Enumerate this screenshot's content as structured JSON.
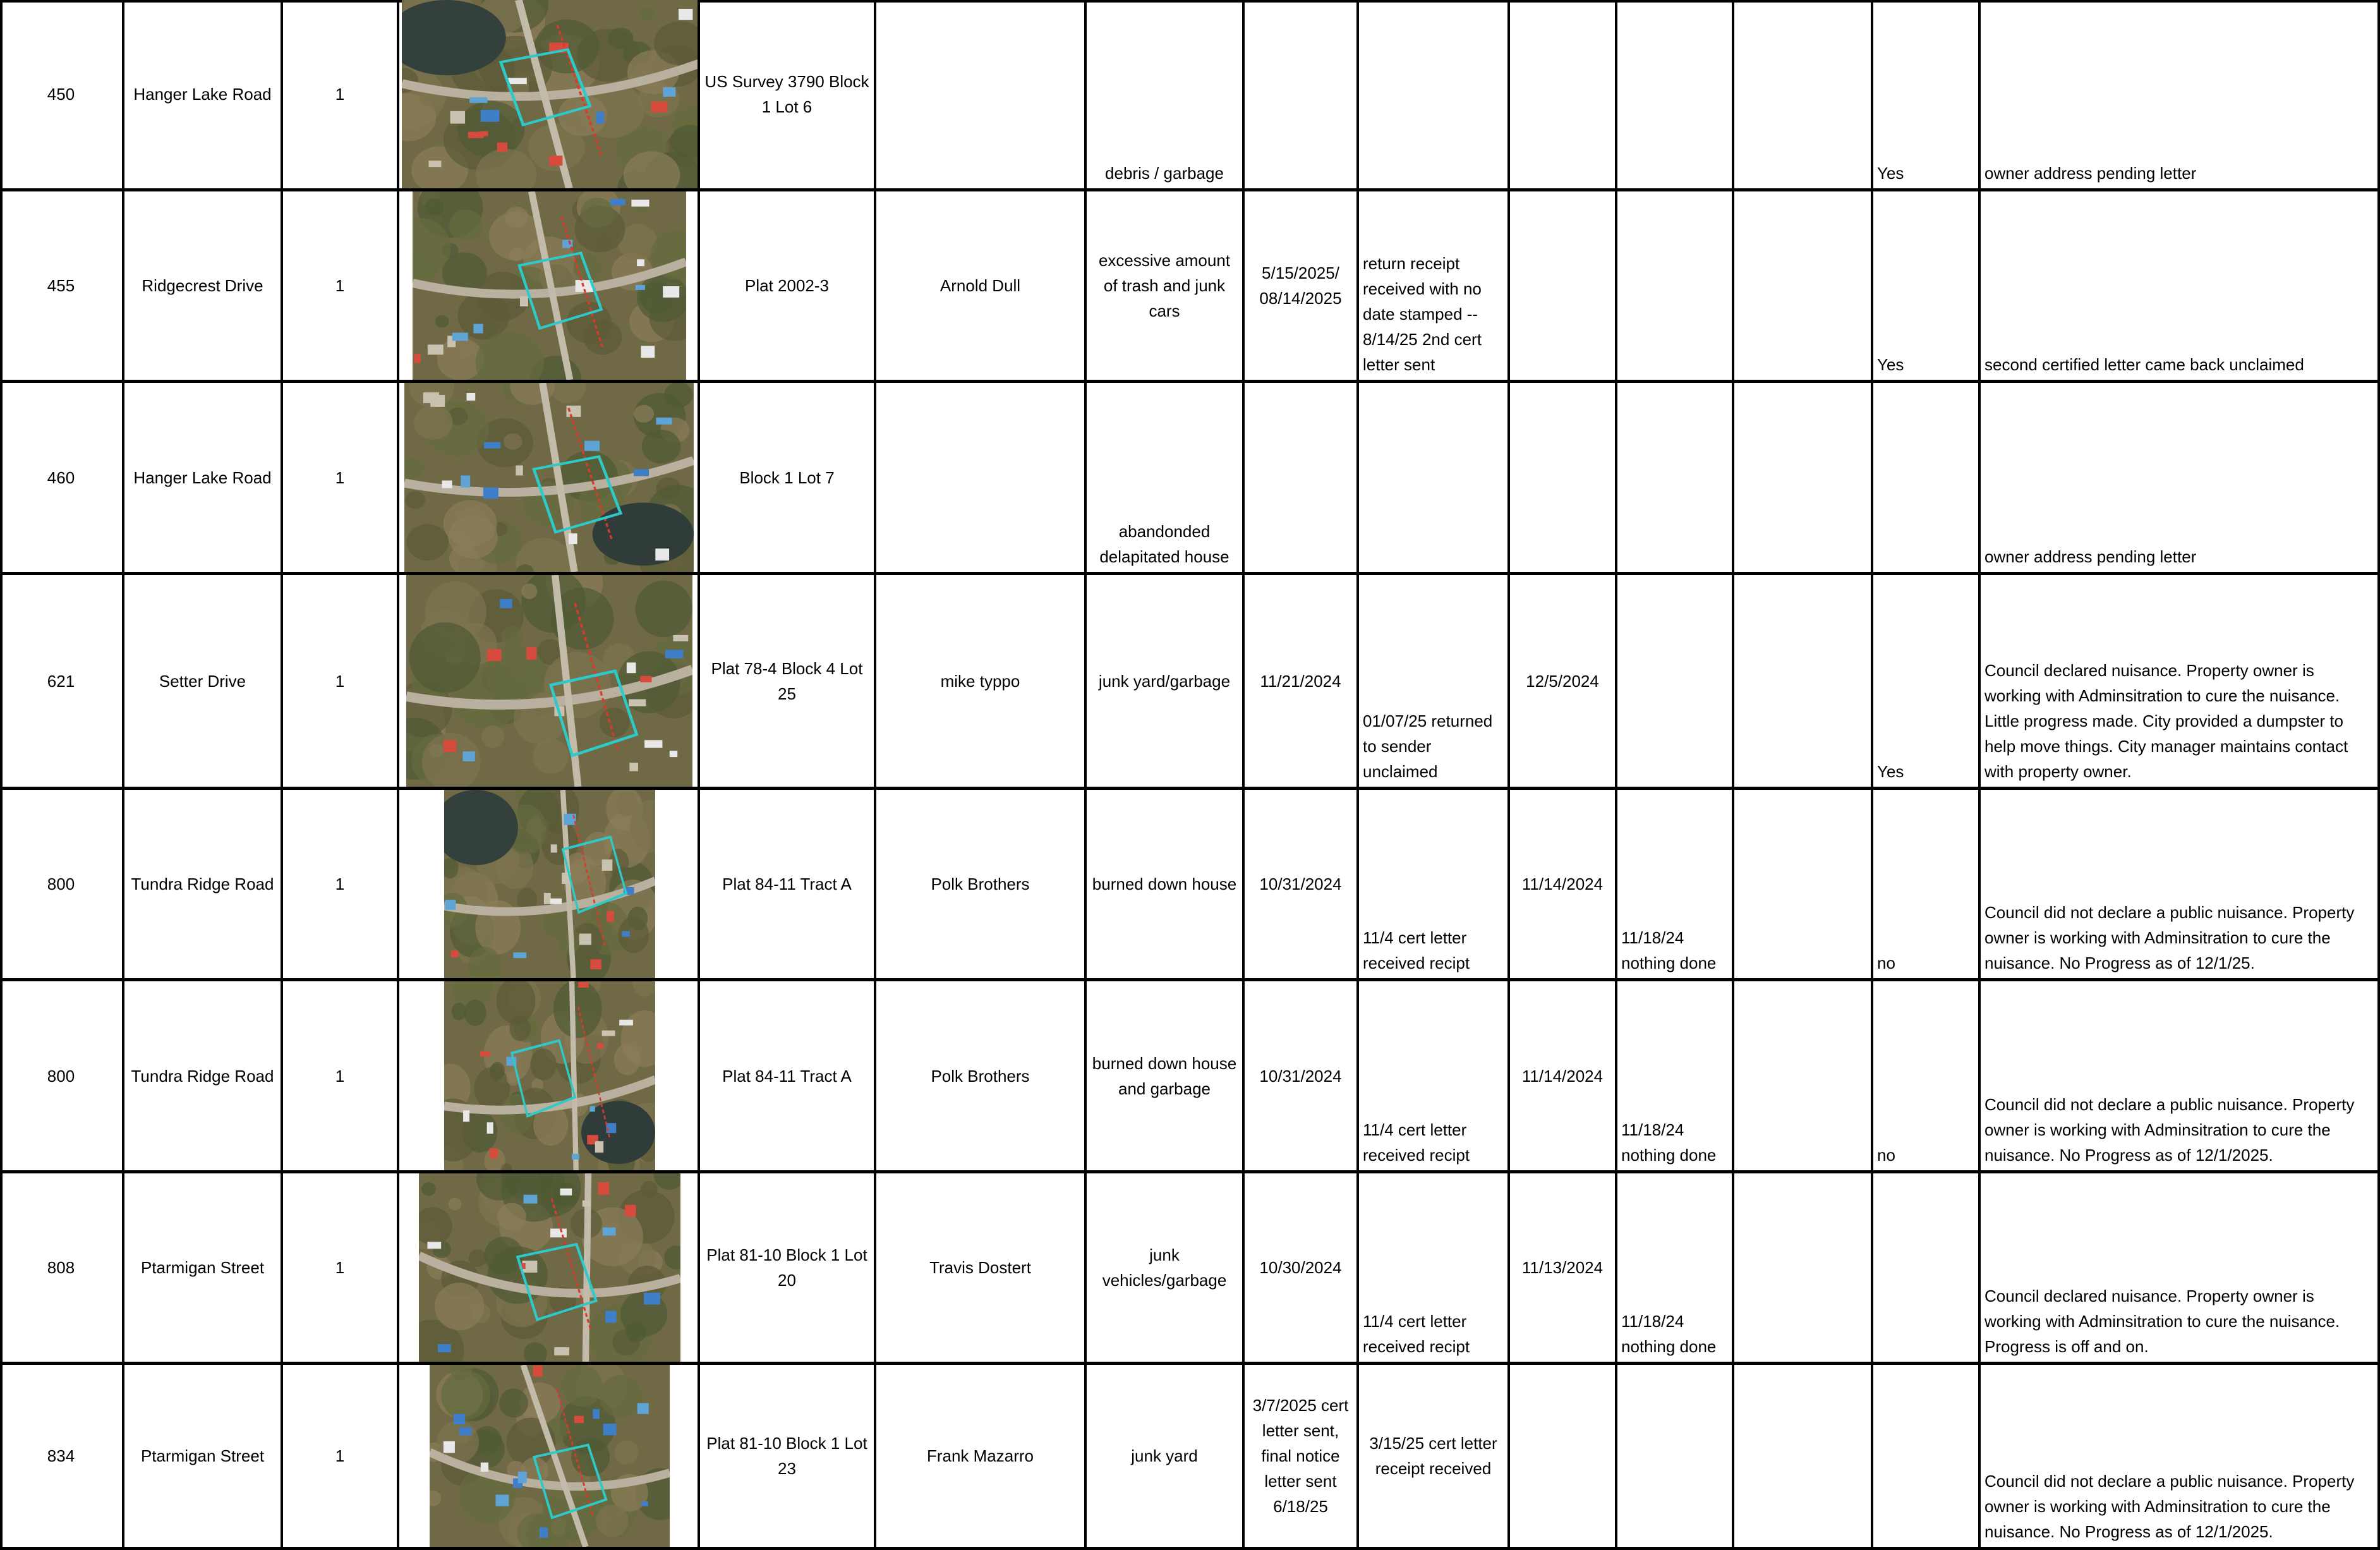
{
  "rows": [
    {
      "number": "450",
      "street": "Hanger Lake Road",
      "count": "1",
      "legal": "US Survey 3790 Block 1 Lot 6",
      "owner": "",
      "issue": "debris / garbage",
      "date_notice": "",
      "letter_status": "",
      "date_hearing": "",
      "followup": "",
      "blank": "",
      "flag": "Yes",
      "notes": "owner address pending letter",
      "map_icon": "aerial-map-icon"
    },
    {
      "number": "455",
      "street": "Ridgecrest Drive",
      "count": "1",
      "legal": "Plat 2002-3",
      "owner": "Arnold Dull",
      "issue": "excessive amount of trash and junk cars",
      "date_notice": "5/15/2025/ 08/14/2025",
      "letter_status": "return receipt received with no date stamped -- 8/14/25 2nd cert letter sent",
      "date_hearing": "",
      "followup": "",
      "blank": "",
      "flag": "Yes",
      "notes": "second certified letter came back unclaimed",
      "map_icon": "aerial-map-icon"
    },
    {
      "number": "460",
      "street": "Hanger Lake Road",
      "count": "1",
      "legal": "Block 1 Lot 7",
      "owner": "",
      "issue": "abandonded delapitated house",
      "date_notice": "",
      "letter_status": "",
      "date_hearing": "",
      "followup": "",
      "blank": "",
      "flag": "",
      "notes": "owner address pending letter",
      "map_icon": "aerial-map-icon"
    },
    {
      "number": "621",
      "street": "Setter Drive",
      "count": "1",
      "legal": "Plat 78-4 Block 4 Lot 25",
      "owner": "mike typpo",
      "issue": "junk yard/garbage",
      "date_notice": "11/21/2024",
      "letter_status": "01/07/25 returned to sender unclaimed",
      "date_hearing": "12/5/2024",
      "followup": "",
      "blank": "",
      "flag": "Yes",
      "notes": "Council declared nuisance. Property owner is working with Adminsitration to cure the nuisance. Little progress made. City provided a dumpster to help move things. City manager maintains contact with property owner.",
      "map_icon": "aerial-map-icon"
    },
    {
      "number": "800",
      "street": "Tundra Ridge Road",
      "count": "1",
      "legal": "Plat 84-11 Tract A",
      "owner": "Polk Brothers",
      "issue": "burned down house",
      "date_notice": "10/31/2024",
      "letter_status": "11/4 cert letter received recipt",
      "date_hearing": "11/14/2024",
      "followup": "11/18/24 nothing done",
      "blank": "",
      "flag": "no",
      "notes": "Council did not declare a public nuisance. Property owner is working with Adminsitration to cure the nuisance.  No Progress as of 12/1/25.",
      "map_icon": "aerial-map-icon"
    },
    {
      "number": "800",
      "street": "Tundra Ridge Road",
      "count": "1",
      "legal": "Plat 84-11 Tract A",
      "owner": "Polk Brothers",
      "issue": "burned down house and garbage",
      "date_notice": "10/31/2024",
      "letter_status": "11/4 cert letter received recipt",
      "date_hearing": "11/14/2024",
      "followup": "11/18/24 nothing done",
      "blank": "",
      "flag": "no",
      "notes": "Council did not declare a public nuisance. Property owner is working with Adminsitration to cure the nuisance. No Progress as of 12/1/2025.",
      "map_icon": "aerial-map-icon"
    },
    {
      "number": "808",
      "street": "Ptarmigan Street",
      "count": "1",
      "legal": "Plat 81-10 Block 1 Lot 20",
      "owner": "Travis Dostert",
      "issue": "junk vehicles/garbage",
      "date_notice": "10/30/2024",
      "letter_status": "11/4 cert letter received recipt",
      "date_hearing": "11/13/2024",
      "followup": "11/18/24 nothing done",
      "blank": "",
      "flag": "",
      "notes": "Council declared nuisance. Property owner is working with Adminsitration to cure the nuisance. Progress is off and on.",
      "map_icon": "aerial-map-icon"
    },
    {
      "number": "834",
      "street": "Ptarmigan Street",
      "count": "1",
      "legal": "Plat 81-10 Block 1 Lot 23",
      "owner": "Frank Mazarro",
      "issue": "junk yard",
      "date_notice": "3/7/2025 cert letter sent, final notice letter sent 6/18/25",
      "letter_status": "3/15/25 cert letter receipt received",
      "date_hearing": "",
      "followup": "",
      "blank": "",
      "flag": "",
      "notes": "Council did not declare a public nuisance. Property owner is working with Adminsitration to cure the nuisance. No Progress as of 12/1/2025.",
      "map_icon": "aerial-map-icon"
    }
  ],
  "colors": {
    "grid": "#000000",
    "parcel_outline": "#2ec9c9",
    "road_marker": "#d93a2b"
  }
}
